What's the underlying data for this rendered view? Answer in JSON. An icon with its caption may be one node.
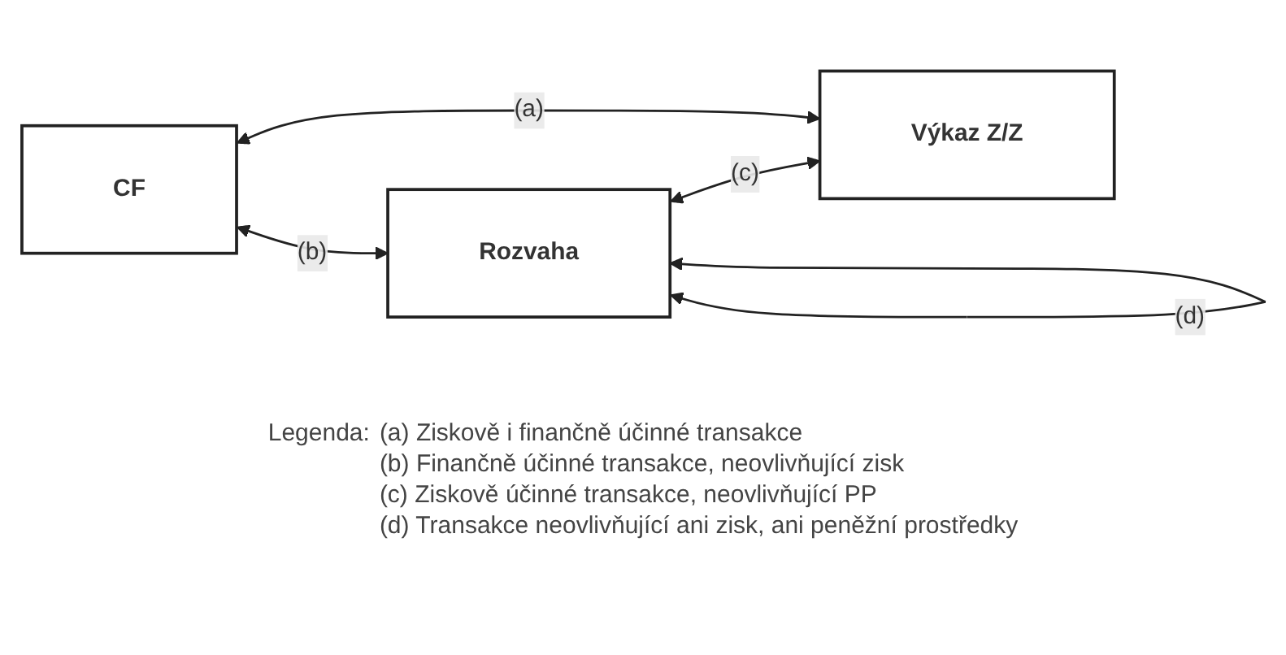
{
  "diagram": {
    "nodes": [
      {
        "text": [
          "CF"
        ]
      },
      {
        "text": [
          "Rozvaha"
        ]
      },
      {
        "text": [
          "Výkaz Z/Z"
        ]
      }
    ],
    "edges": [
      {
        "from": 0,
        "to": 1,
        "arrow": "both",
        "label": "(b)"
      },
      {
        "from": 1,
        "to": 2,
        "arrow": "both",
        "label": "(c)"
      },
      {
        "from": 0,
        "to": 2,
        "arrow": "both",
        "label": "(a)"
      },
      {
        "from": 1,
        "to": 1,
        "arrow": "both",
        "label": "(d)"
      }
    ],
    "labels": [
      "Legenda:",
      "(a) Ziskově i finančně účinné transakce",
      "(b) Finančně účinné transakce, neovlivňující zisk",
      "(c) Ziskově účinné transakce, neovlivňující PP",
      "(d) Transakce neovlivňující ani zisk, ani peněžní prostředky"
    ]
  }
}
